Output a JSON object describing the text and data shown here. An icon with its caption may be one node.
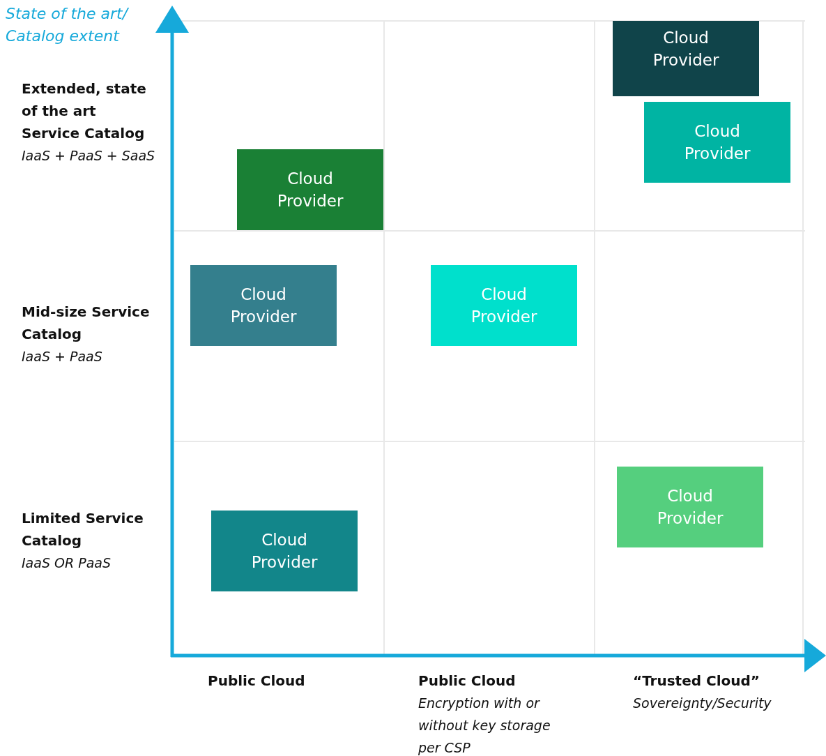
{
  "diagram": {
    "nodes": [
      {
        "text": [
          "Cloud Provider"
        ]
      },
      {
        "text": [
          "Cloud Provider"
        ]
      },
      {
        "text": [
          "Cloud Provider"
        ]
      },
      {
        "text": [
          "Cloud Provider"
        ]
      },
      {
        "text": [
          "Cloud Provider"
        ]
      },
      {
        "text": [
          "Cloud Provider"
        ]
      },
      {
        "text": [
          "Cloud Provider"
        ]
      }
    ],
    "edges": [],
    "labels": [
      "State of the art/ Catalog extent",
      "Extended, state of the art Service Catalog",
      "IaaS + PaaS + SaaS",
      "Mid-size Service Catalog",
      "IaaS + PaaS",
      "Limited Service Catalog",
      "IaaS OR PaaS",
      "Public Cloud",
      "Public Cloud",
      "Encryption with or without key storage per CSP",
      "“Trusted Cloud”",
      "Sovereignty/Security"
    ]
  }
}
